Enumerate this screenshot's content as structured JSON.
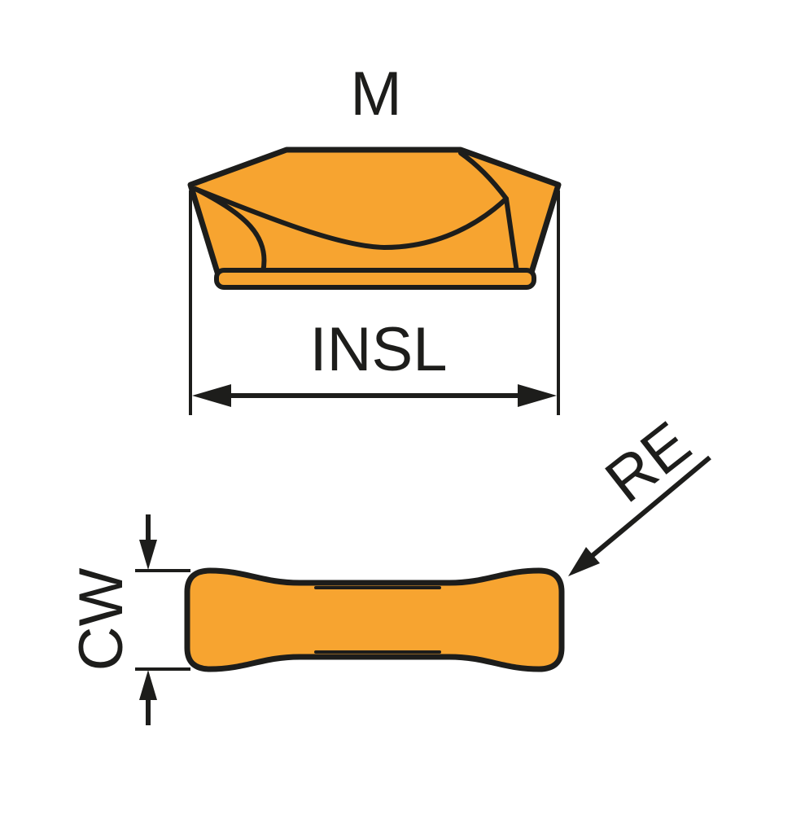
{
  "figure": {
    "top_view": {
      "label": "M",
      "dimension_label": "INSL"
    },
    "side_view": {
      "width_label": "CW",
      "radius_label": "RE"
    }
  },
  "colors": {
    "insert_fill": "#F7A430",
    "line": "#1D1D1B",
    "background": "#FFFFFF"
  }
}
